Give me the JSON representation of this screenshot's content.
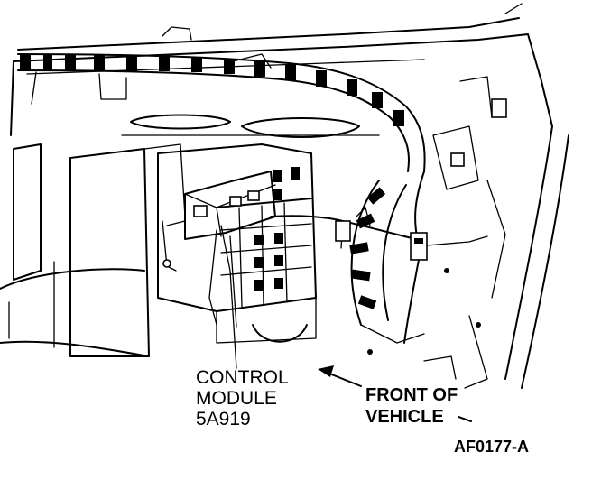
{
  "labels": {
    "control_module_line1": "CONTROL",
    "control_module_line2": "MODULE",
    "control_module_line3": "5A919",
    "front_line1": "FRONT OF",
    "front_line2": "VEHICLE",
    "figure_code": "AF0177-A"
  }
}
